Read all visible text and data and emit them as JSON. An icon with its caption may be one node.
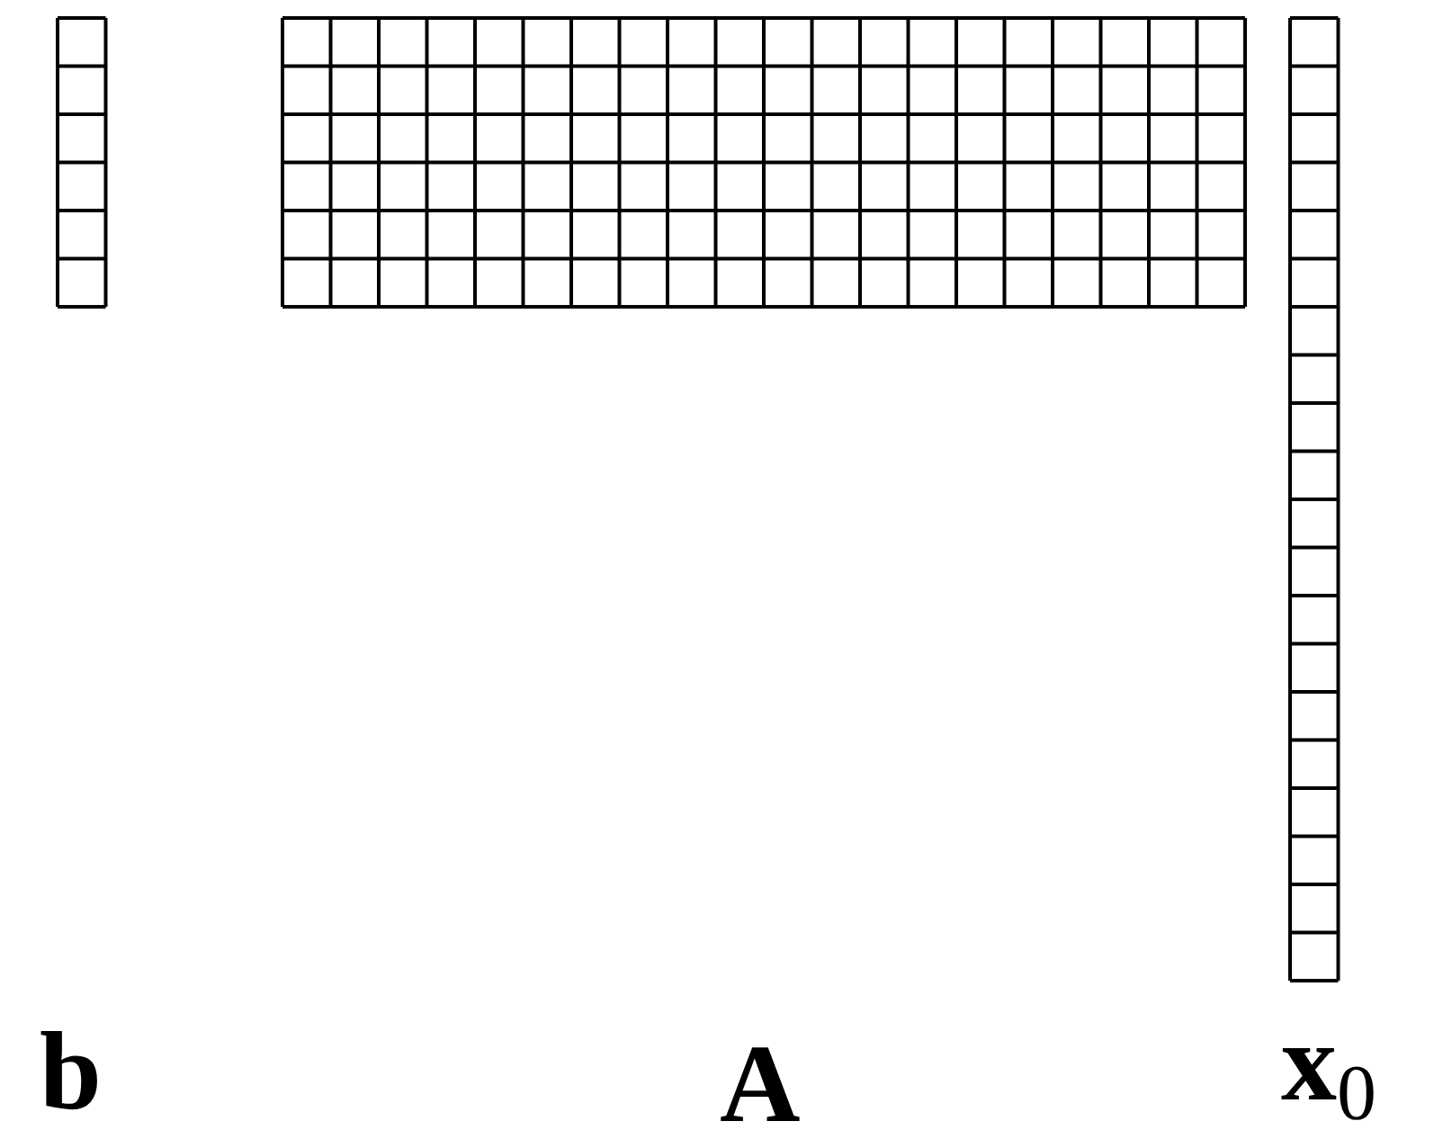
{
  "diagram": {
    "labels": [
      "b",
      "A",
      "x$_{0}$"
    ]
  }
}
